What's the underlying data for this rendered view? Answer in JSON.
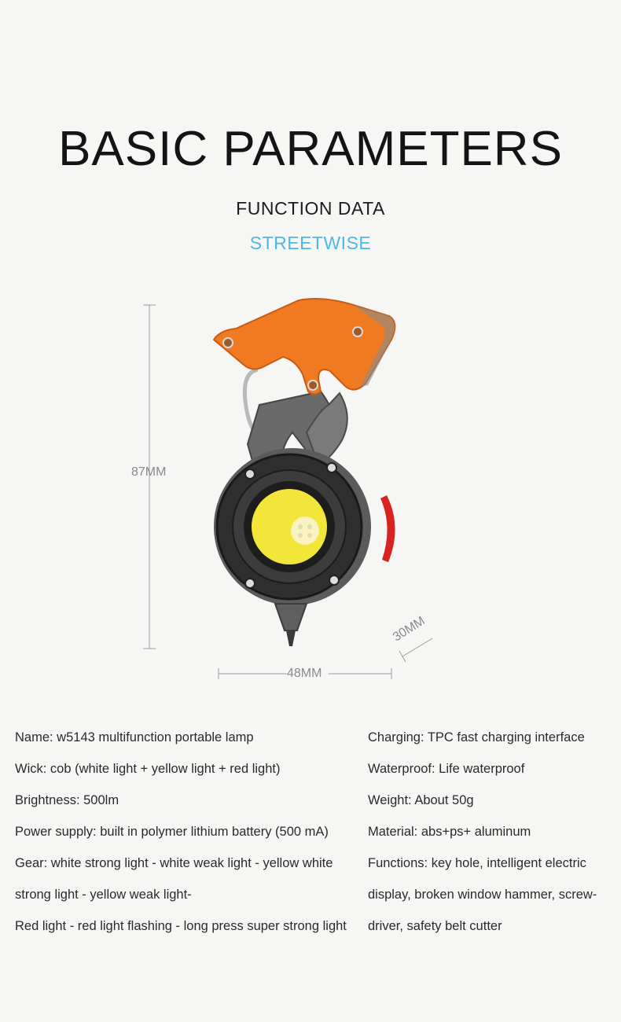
{
  "header": {
    "title": "BASIC PARAMETERS",
    "subtitle": "FUNCTION DATA",
    "brand": "STREETWISE"
  },
  "dimensions": {
    "height": "87MM",
    "width": "48MM",
    "depth": "30MM"
  },
  "colors": {
    "brand": "#4cb8e6",
    "handle": "#f07a22",
    "body": "#5f5f5f",
    "lens": "#f3e63a",
    "side_accent": "#d8231f"
  },
  "specs": {
    "left": [
      "Name: w5143 multifunction portable lamp",
      "Wick: cob (white light + yellow light + red light)",
      "Brightness: 500lm",
      "Power supply: built in polymer lithium battery (500 mA)",
      "Gear: white strong light - white weak light - yellow white",
      "strong light - yellow weak light-",
      "Red light - red light flashing - long press super strong light"
    ],
    "right": [
      "Charging: TPC fast charging interface",
      "Waterproof: Life waterproof",
      "Weight: About 50g",
      "Material: abs+ps+ aluminum",
      "Functions: key hole, intelligent electric",
      "display, broken window hammer, screw-",
      "driver, safety belt cutter"
    ]
  }
}
